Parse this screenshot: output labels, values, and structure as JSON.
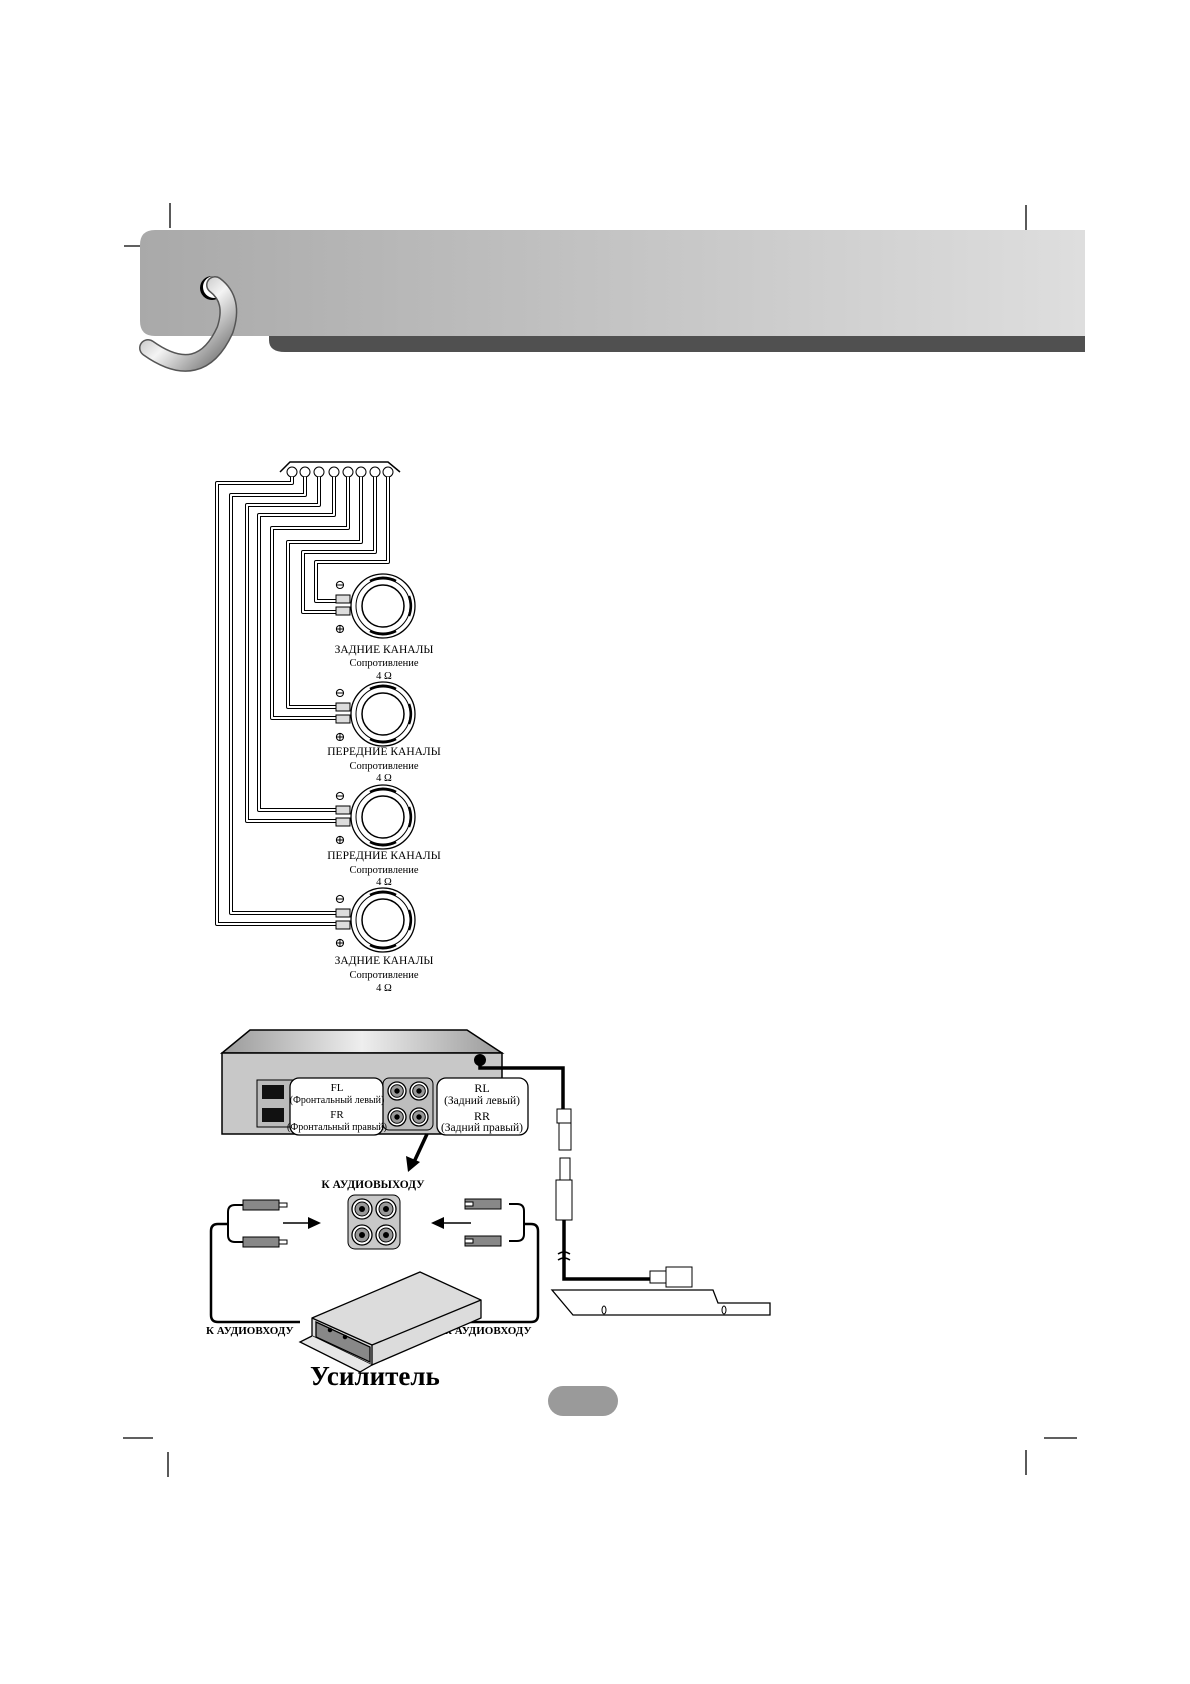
{
  "header": {
    "band_color": "#c0c0c0",
    "bar_color": "#505050",
    "icon": "hook-ring-icon"
  },
  "speaker_diagram": {
    "speakers": [
      {
        "name": "ЗАДНИЕ КАНАЛЫ",
        "impedance_label": "Сопротивление",
        "impedance": "4 Ω"
      },
      {
        "name": "ПЕРЕДНИЕ КАНАЛЫ",
        "impedance_label": "Сопротивление",
        "impedance": "4 Ω"
      },
      {
        "name": "ПЕРЕДНИЕ КАНАЛЫ",
        "impedance_label": "Сопротивление",
        "impedance": "4 Ω"
      },
      {
        "name": "ЗАДНИЕ КАНАЛЫ",
        "impedance_label": "Сопротивление",
        "impedance": "4 Ω"
      }
    ],
    "minus": "⊖",
    "plus": "⊕"
  },
  "amp_diagram": {
    "front_box": {
      "fl": "FL",
      "fl_desc": "(Фронтальный левый)",
      "fr": "FR",
      "fr_desc": "(Фронтальный правый)"
    },
    "rear_box": {
      "rl": "RL",
      "rl_desc": "(Задний левый)",
      "rr": "RR",
      "rr_desc": "(Задний правый)"
    },
    "audio_out_label": "К АУДИОВЫХОДУ",
    "audio_in_left": "К АУДИОВХОДУ",
    "audio_in_right": "К АУДИОВХОДУ",
    "amplifier_label": "Усилитель"
  },
  "page_number_pill": {
    "color": "#9a9a9a"
  }
}
